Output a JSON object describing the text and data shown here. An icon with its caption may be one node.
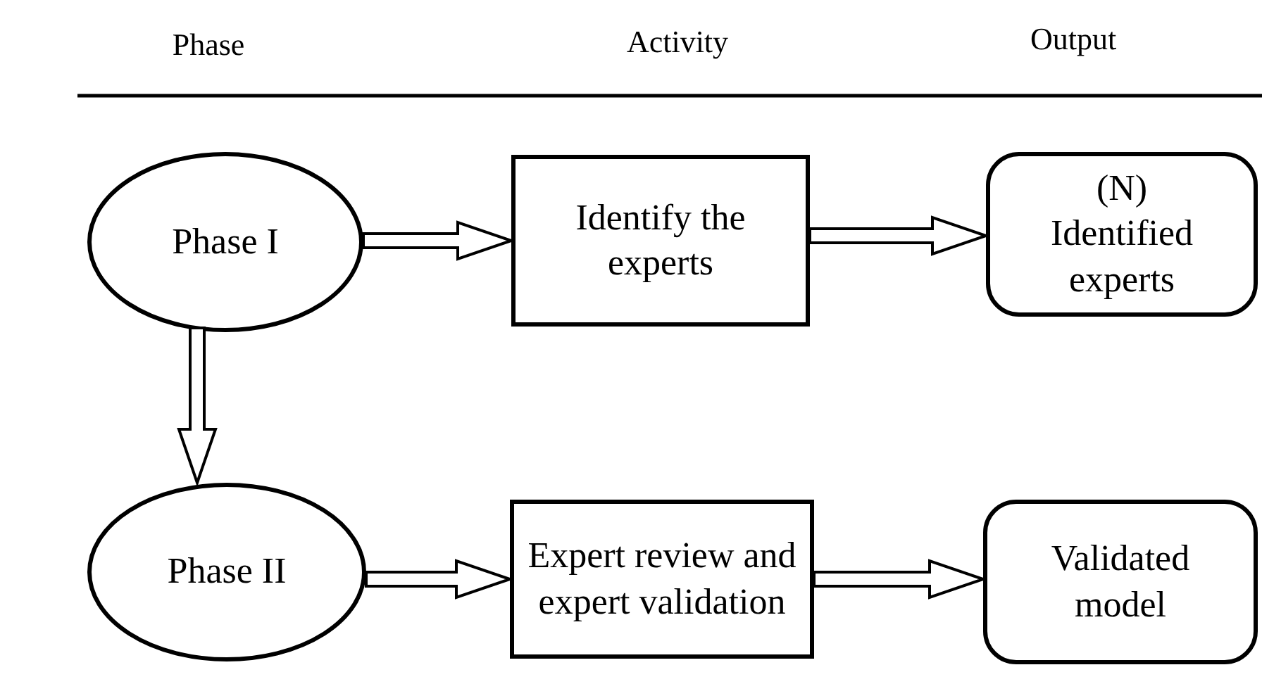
{
  "diagram": {
    "nodes": [
      {
        "text": [
          "Phase I"
        ]
      },
      {
        "text": [
          "Identify the experts"
        ]
      },
      {
        "text": [
          "(N) Identified experts"
        ]
      },
      {
        "text": [
          "Phase II"
        ]
      },
      {
        "text": [
          "Expert review and expert validation"
        ]
      },
      {
        "text": [
          "Validated model"
        ]
      }
    ],
    "edges": [
      {
        "from": 0,
        "to": 1,
        "arrow": "to"
      },
      {
        "from": 1,
        "to": 2,
        "arrow": "to"
      },
      {
        "from": 0,
        "to": 3,
        "arrow": "to"
      },
      {
        "from": 3,
        "to": 4,
        "arrow": "to"
      },
      {
        "from": 4,
        "to": 5,
        "arrow": "to"
      }
    ],
    "labels": [
      "Phase",
      "Activity",
      "Output"
    ]
  }
}
